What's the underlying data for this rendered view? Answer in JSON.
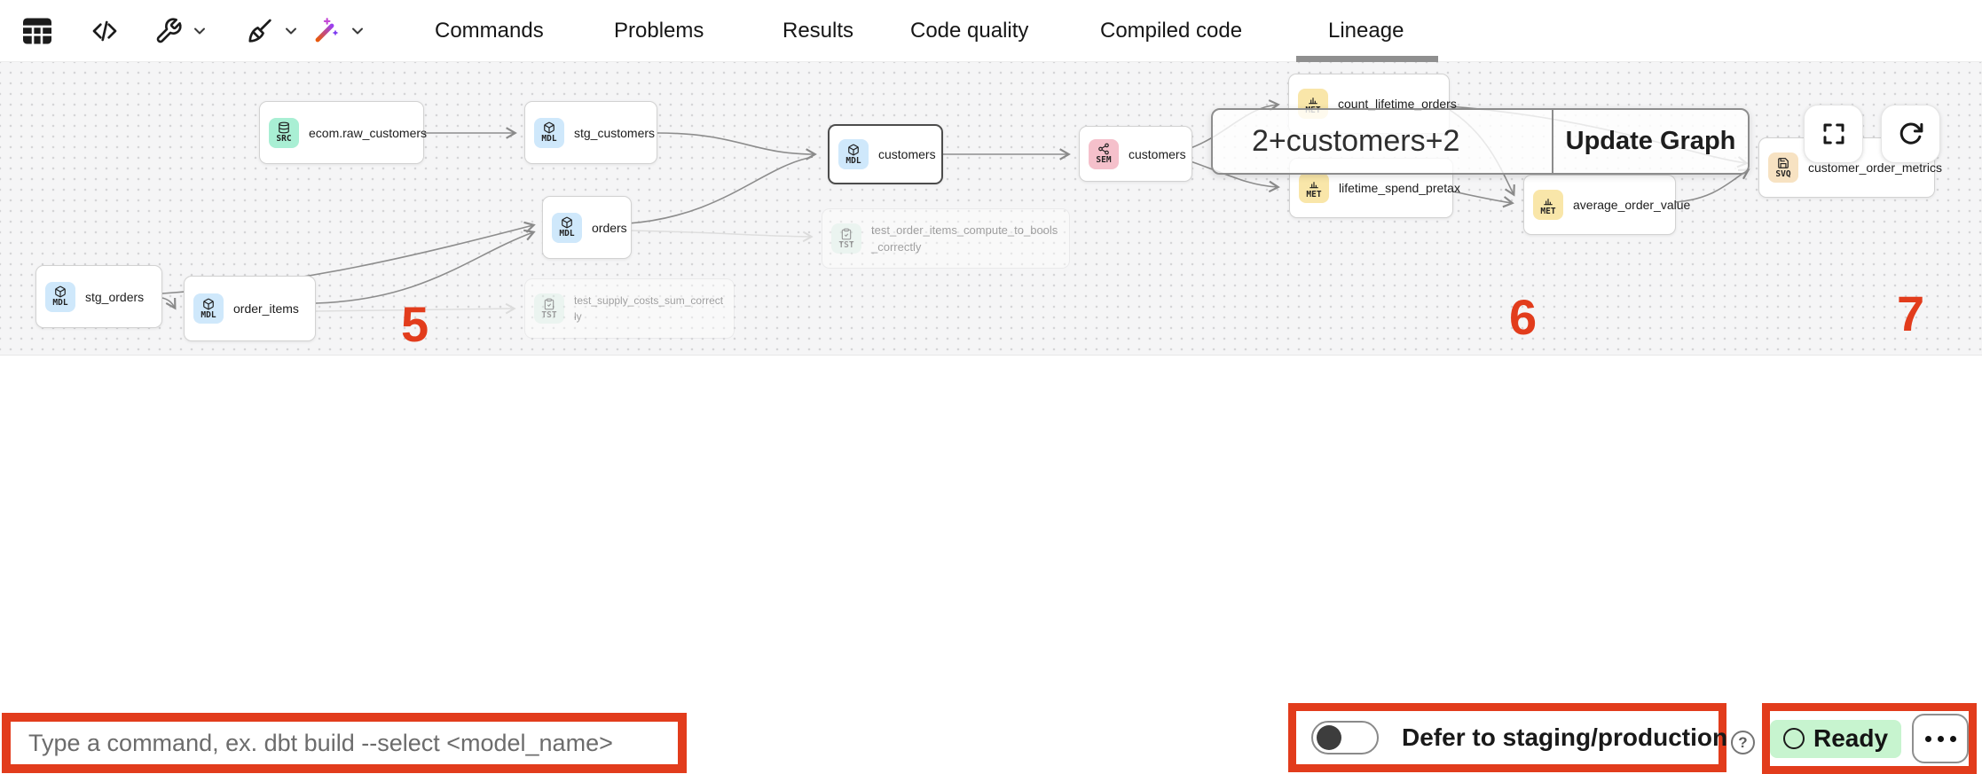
{
  "header": {
    "toolbar_icons": [
      "table-icon",
      "code-icon",
      "wrench-icon",
      "broom-icon",
      "magic-wand-icon"
    ],
    "tabs": [
      "Commands",
      "Problems",
      "Results",
      "Code quality",
      "Compiled code",
      "Lineage"
    ],
    "active_tab": "Lineage"
  },
  "canvas": {
    "nodes": [
      {
        "badge": "SRC",
        "label": "ecom.raw_customers"
      },
      {
        "badge": "MDL",
        "label": "stg_customers"
      },
      {
        "badge": "MDL",
        "label": "customers",
        "selected": true
      },
      {
        "badge": "SEM",
        "label": "customers"
      },
      {
        "badge": "MET",
        "label": "count_lifetime_orders"
      },
      {
        "badge": "MET",
        "label": "lifetime_spend_pretax"
      },
      {
        "badge": "MET",
        "label": "average_order_value"
      },
      {
        "badge": "SVQ",
        "label": "customer_order_metrics"
      },
      {
        "badge": "MDL",
        "label": "orders"
      },
      {
        "badge": "MDL",
        "label": "stg_orders"
      },
      {
        "badge": "MDL",
        "label": "order_items"
      },
      {
        "badge": "TST",
        "label": "test_order_items_compute_to_bools_correctly",
        "faded": true
      },
      {
        "badge": "TST",
        "label": "test_supply_costs_sum_correctly",
        "faded": true
      }
    ],
    "overlay": {
      "query": "2+customers+2",
      "button_label": "Update Graph"
    }
  },
  "bottom_bar": {
    "command_placeholder": "Type a command, ex. dbt build --select <model_name>",
    "defer_label": "Defer to staging/production",
    "defer_toggle_on": false,
    "help_symbol": "?",
    "status_label": "Ready"
  },
  "annotations": {
    "n5": "5",
    "n6": "6",
    "n7": "7"
  },
  "colors": {
    "annotation_red": "#e23c1c",
    "ready_green_bg": "#c7f4cf",
    "badge_src": "#a9efd4",
    "badge_mdl": "#cfe8fb",
    "badge_sem": "#f5c0cb",
    "badge_met": "#f9e6a9",
    "badge_svq": "#f7e2c2",
    "badge_tst": "#dff3e8",
    "tab_underline": "#8f8f8f",
    "canvas_bg": "#f5f5f6"
  }
}
